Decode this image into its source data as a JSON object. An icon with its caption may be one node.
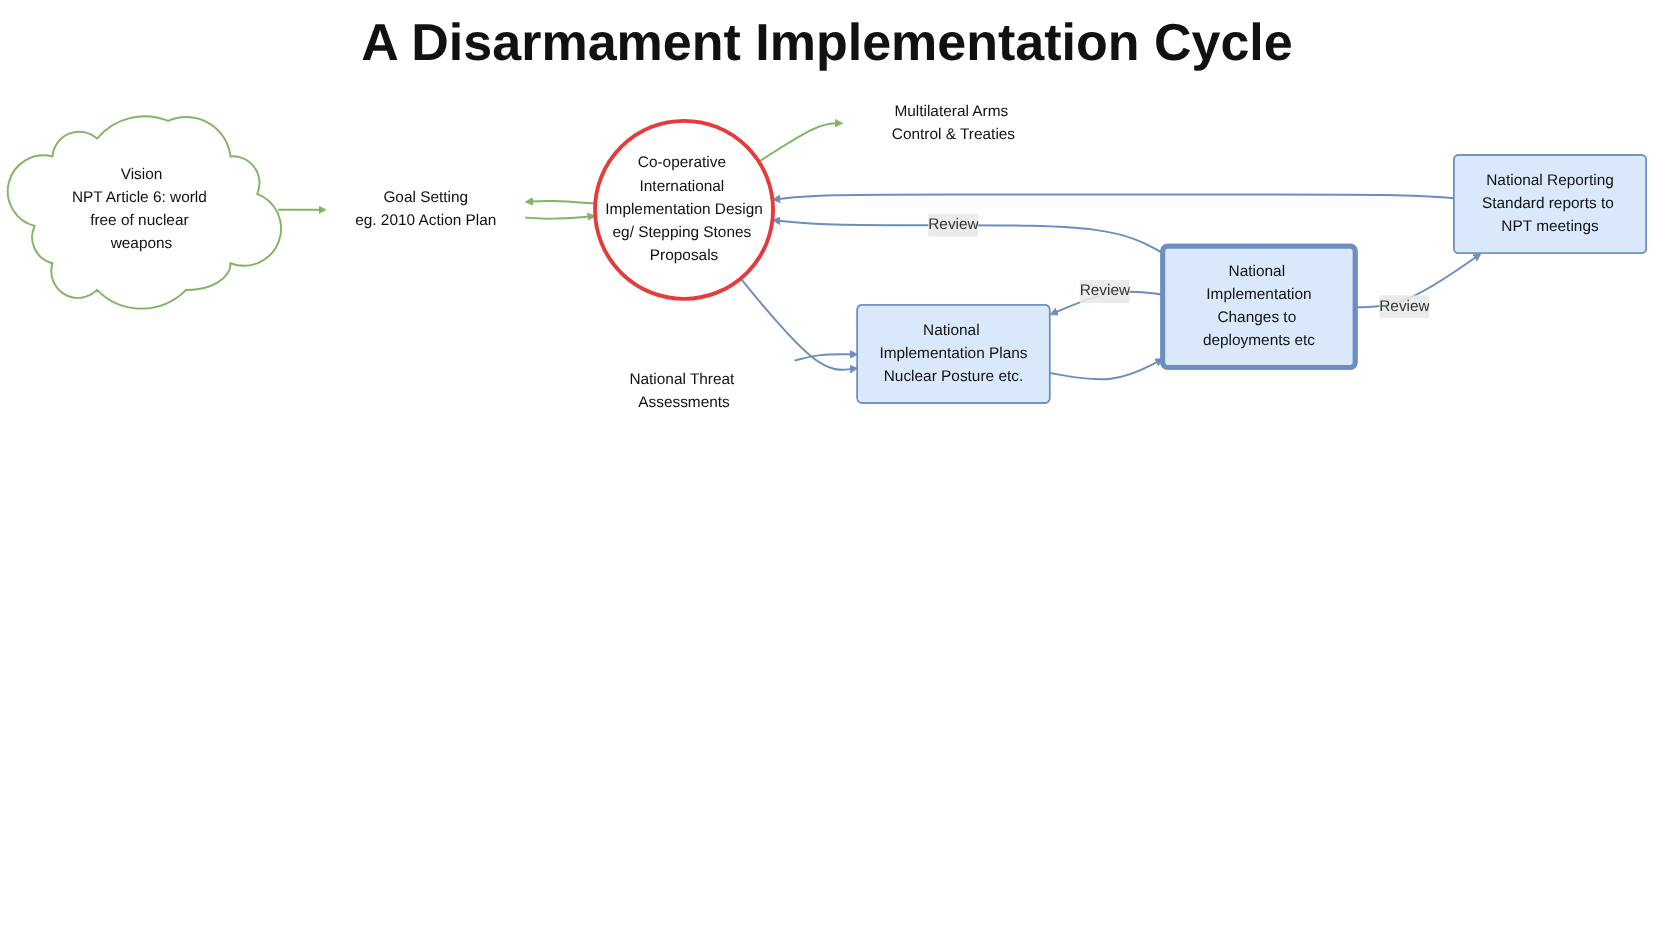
{
  "diagram": {
    "title": "A Disarmament Implementation Cycle",
    "nodes": [
      {
        "text": [
          "Vision",
          "NPT Article 6: world free of nuclear weapons"
        ]
      },
      {
        "text": [
          "Goal Setting",
          "eg. 2010 Action Plan"
        ]
      },
      {
        "text": [
          "Multilateral Arms Control & Treaties"
        ]
      },
      {
        "text": [
          "Co-operative International Implementation Design",
          "eg/ Stepping Stones Proposals"
        ]
      },
      {
        "text": [
          "National Threat Assessments"
        ]
      },
      {
        "text": [
          "National Implementation Plans",
          "Nuclear Posture etc."
        ]
      },
      {
        "text": [
          "National Implementation",
          "Changes to deployments etc"
        ]
      },
      {
        "text": [
          "National Reporting",
          "Standard reports to NPT meetings"
        ]
      }
    ],
    "edges": [
      {
        "from": 0,
        "to": 1,
        "arrow": "to",
        "color": "#82b366"
      },
      {
        "from": 1,
        "to": 3,
        "arrow": "to",
        "color": "#82b366"
      },
      {
        "from": 3,
        "to": 1,
        "arrow": "to",
        "color": "#82b366"
      },
      {
        "from": 3,
        "to": 2,
        "arrow": "to",
        "color": "#82b366"
      },
      {
        "from": 3,
        "to": 5,
        "arrow": "to"
      },
      {
        "from": 4,
        "to": 5,
        "arrow": "to"
      },
      {
        "from": 5,
        "to": 6,
        "arrow": "to"
      },
      {
        "from": 6,
        "to": 5,
        "arrow": "to",
        "label": "Review"
      },
      {
        "from": 6,
        "to": 3,
        "arrow": "to",
        "label": "Review"
      },
      {
        "from": 6,
        "to": 7,
        "arrow": "to",
        "label": "Review"
      },
      {
        "from": 7,
        "to": 3,
        "arrow": "to"
      }
    ]
  }
}
